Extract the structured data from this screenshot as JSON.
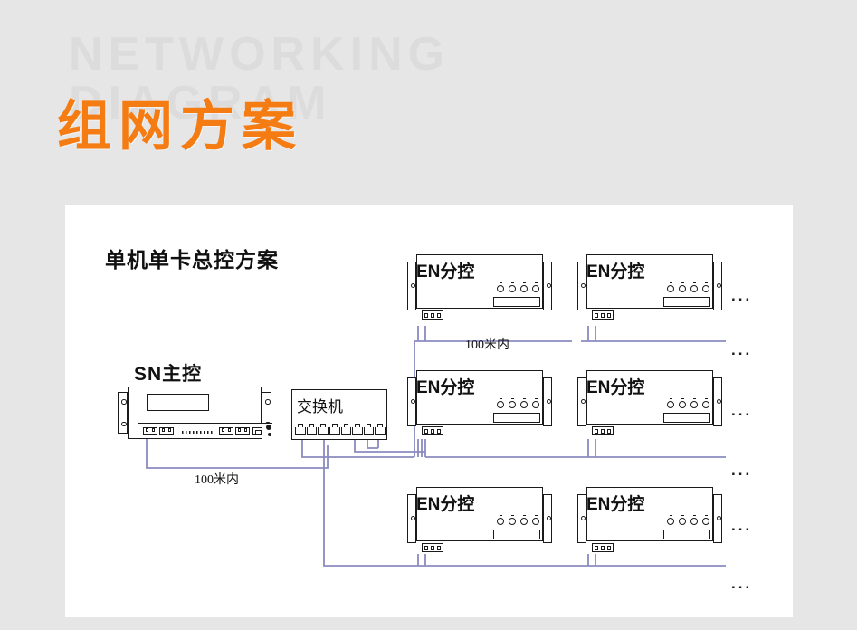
{
  "header": {
    "watermark_line1": "NETWORKING",
    "watermark_line2": "DIAGRAM",
    "title": "组网方案",
    "title_color": "#f57c12",
    "watermark_color": "#dcdcdc",
    "background_color": "#e6e6e6"
  },
  "diagram": {
    "title": "单机单卡总控方案",
    "panel_color": "#ffffff",
    "wire_color": "#8b8bc0",
    "outline_color": "#1a1a1a",
    "master": {
      "name": "SN主控"
    },
    "switch": {
      "label": "交换机",
      "port_count": 8
    },
    "sub_controller_label": "EN分控",
    "sub_controllers": [
      {
        "id": "en-r1-c1",
        "label": "EN分控"
      },
      {
        "id": "en-r1-c2",
        "label": "EN分控"
      },
      {
        "id": "en-r2-c1",
        "label": "EN分控"
      },
      {
        "id": "en-r2-c2",
        "label": "EN分控"
      },
      {
        "id": "en-r3-c1",
        "label": "EN分控"
      },
      {
        "id": "en-r3-c2",
        "label": "EN分控"
      }
    ],
    "distance_labels": [
      {
        "id": "dist-master-switch",
        "text": "100米内"
      },
      {
        "id": "dist-switch-sub",
        "text": "100米内"
      }
    ],
    "ellipses": [
      {
        "id": "ellipsis-r1-right",
        "text": "..."
      },
      {
        "id": "ellipsis-r1-below",
        "text": "..."
      },
      {
        "id": "ellipsis-r2-right",
        "text": "..."
      },
      {
        "id": "ellipsis-r2-below",
        "text": "..."
      },
      {
        "id": "ellipsis-r3-right",
        "text": "..."
      },
      {
        "id": "ellipsis-r3-below",
        "text": "..."
      }
    ]
  }
}
